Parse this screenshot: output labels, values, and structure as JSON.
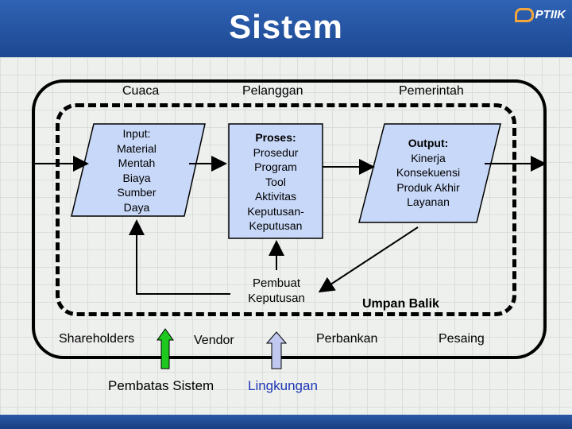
{
  "title": "Sistem",
  "logo": {
    "text": "PTIIK",
    "icon": "ptiik-logo"
  },
  "environment": {
    "top": [
      "Cuaca",
      "Pelanggan",
      "Pemerintah"
    ],
    "bottom": [
      "Shareholders",
      "Vendor",
      "Perbankan",
      "Pesaing"
    ]
  },
  "input": {
    "heading": "Input:",
    "items": [
      "Material",
      "Mentah",
      "Biaya",
      "Sumber",
      "Daya"
    ]
  },
  "process": {
    "heading": "Proses:",
    "items": [
      "Prosedur",
      "Program",
      "Tool",
      "Aktivitas",
      "Keputusan-",
      "Keputusan"
    ]
  },
  "output": {
    "heading": "Output:",
    "items": [
      "Kinerja",
      "Konsekuensi",
      "Produk Akhir",
      "Layanan"
    ]
  },
  "decision_maker": [
    "Pembuat",
    "Keputusan"
  ],
  "feedback": "Umpan Balik",
  "legend": {
    "boundary": "Pembatas Sistem",
    "environment": "Lingkungan",
    "boundary_color": "#1ec81e",
    "environment_color": "#c0c8f0"
  },
  "colors": {
    "box_fill": "#c8d8f8",
    "header": "#2a5aa8"
  }
}
